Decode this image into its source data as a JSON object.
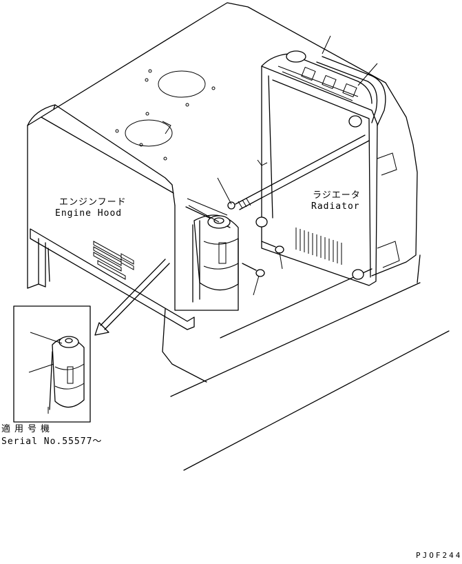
{
  "labels": {
    "engine_hood_jp": "エンジンフード",
    "engine_hood_en": "Engine Hood",
    "radiator_jp": "ラジエータ",
    "radiator_en": "Radiator",
    "serial_jp": "適用号機",
    "serial_en": "Serial No.55577～",
    "drawing_code": "PJOF244"
  }
}
